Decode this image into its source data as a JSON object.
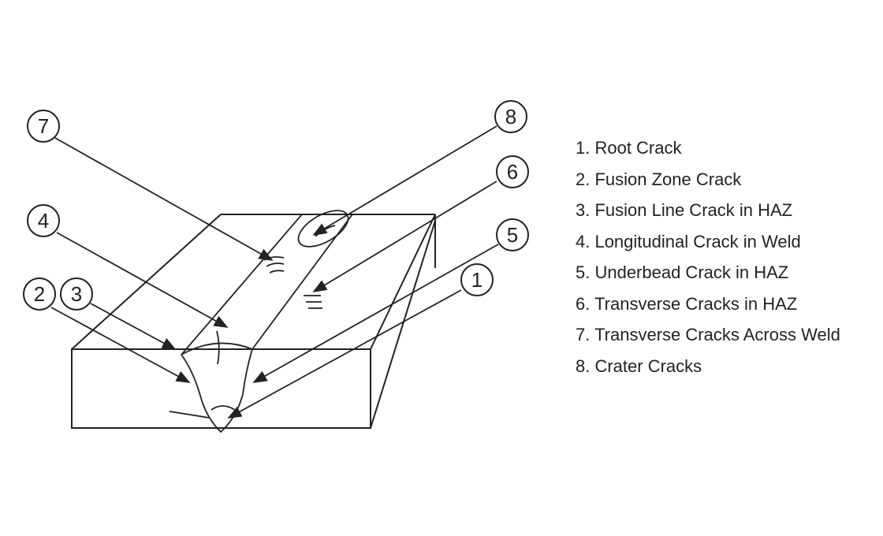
{
  "title": "Weld crack types diagram",
  "callouts": [
    "1",
    "2",
    "3",
    "4",
    "5",
    "6",
    "7",
    "8"
  ],
  "legend": [
    "1. Root Crack",
    "2. Fusion Zone Crack",
    "3. Fusion Line Crack in HAZ",
    "4. Longitudinal Crack in Weld",
    "5. Underbead Crack in HAZ",
    "6. Transverse Cracks in HAZ",
    "7. Transverse Cracks Across Weld",
    "8. Crater Cracks"
  ],
  "colors": {
    "line": "#222222",
    "background": "#ffffff"
  }
}
